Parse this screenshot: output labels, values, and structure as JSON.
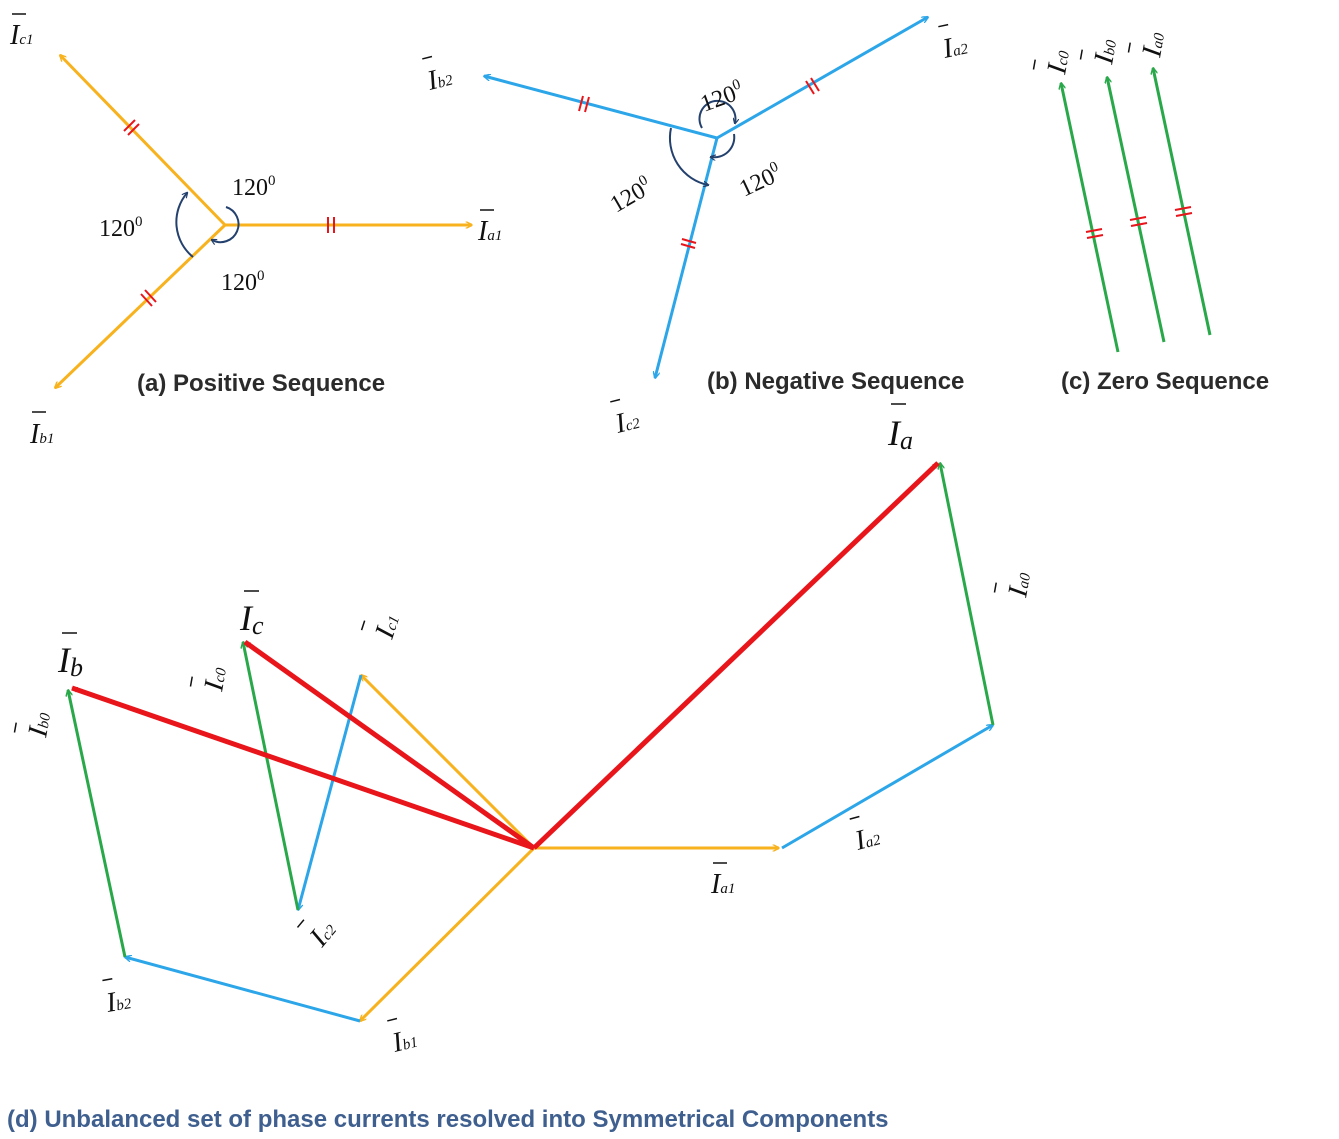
{
  "colors": {
    "positive": "#F7B21E",
    "negative": "#2CA6E8",
    "zero": "#29A84A",
    "resultant": "#E8151B",
    "tick": "#E8151B",
    "angle_arc": "#24416E",
    "caption_d": "#3F5F8F"
  },
  "panel_a": {
    "caption": "(a) Positive Sequence",
    "angle_label": "120",
    "angle_sup": "0",
    "vectors": [
      {
        "main": "I",
        "sub": "a1"
      },
      {
        "main": "I",
        "sub": "b1"
      },
      {
        "main": "I",
        "sub": "c1"
      }
    ]
  },
  "panel_b": {
    "caption": "(b) Negative Sequence",
    "angle_label": "120",
    "angle_sup": "0",
    "vectors": [
      {
        "main": "I",
        "sub": "a2"
      },
      {
        "main": "I",
        "sub": "b2"
      },
      {
        "main": "I",
        "sub": "c2"
      }
    ]
  },
  "panel_c": {
    "caption": "(c) Zero Sequence",
    "vectors": [
      {
        "main": "I",
        "sub": "c0"
      },
      {
        "main": "I",
        "sub": "b0"
      },
      {
        "main": "I",
        "sub": "a0"
      }
    ]
  },
  "panel_d": {
    "caption": "(d) Unbalanced set of phase currents resolved into Symmetrical Components",
    "resultants": [
      {
        "main": "I",
        "sub": "a"
      },
      {
        "main": "I",
        "sub": "b"
      },
      {
        "main": "I",
        "sub": "c"
      }
    ],
    "components": [
      {
        "main": "I",
        "sub": "a1"
      },
      {
        "main": "I",
        "sub": "a2"
      },
      {
        "main": "I",
        "sub": "a0"
      },
      {
        "main": "I",
        "sub": "b1"
      },
      {
        "main": "I",
        "sub": "b2"
      },
      {
        "main": "I",
        "sub": "b0"
      },
      {
        "main": "I",
        "sub": "c1"
      },
      {
        "main": "I",
        "sub": "c2"
      },
      {
        "main": "I",
        "sub": "c0"
      }
    ]
  }
}
